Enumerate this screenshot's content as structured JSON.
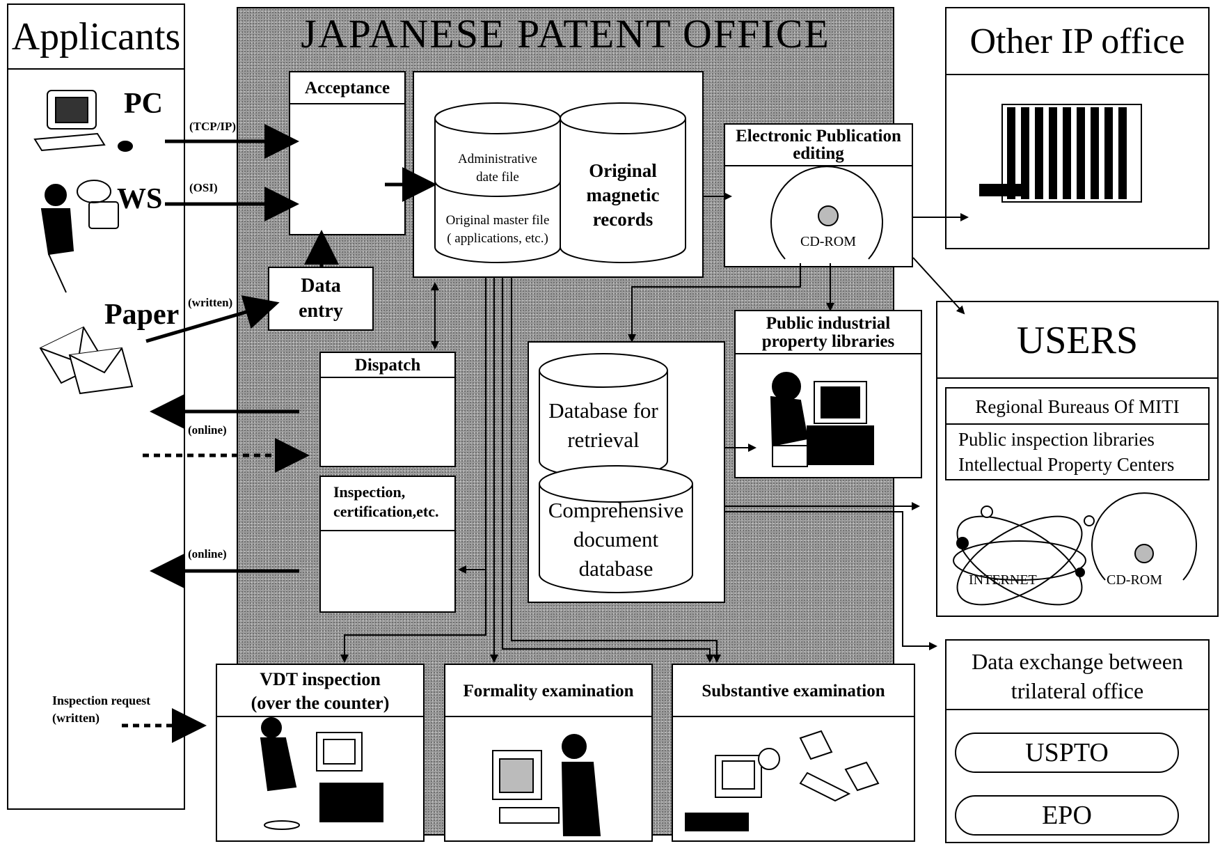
{
  "applicants": {
    "title": "Applicants",
    "pc": "PC",
    "ws": "WS",
    "paper": "Paper",
    "tcpip": "(TCP/IP)",
    "osi": "(OSI)",
    "written": "(written)",
    "online1": "(online)",
    "online2": "(online)",
    "inspection_request_line1": "Inspection request",
    "inspection_request_line2": "(written)"
  },
  "jpo": {
    "title": "JAPANESE PATENT OFFICE",
    "acceptance": "Acceptance",
    "data_entry_line1": "Data",
    "data_entry_line2": "entry",
    "admin_file_line1": "Administrative",
    "admin_file_line2": "date file",
    "master_file_line1": "Original master file",
    "master_file_line2": "( applications, etc.)",
    "original_magnetic_line1": "Original",
    "original_magnetic_line2": "magnetic",
    "original_magnetic_line3": "records",
    "e_pub_line1": "Electronic Publication",
    "e_pub_line2": "editing",
    "cdrom": "CD-ROM",
    "dispatch": "Dispatch",
    "inspection_line1": "Inspection,",
    "inspection_line2": "certification,etc.",
    "db_retrieval_line1": "Database for",
    "db_retrieval_line2": "retrieval",
    "db_comp_line1": "Comprehensive",
    "db_comp_line2": "document",
    "db_comp_line3": "database",
    "public_lib_line1": "Public industrial",
    "public_lib_line2": "property libraries",
    "vdt_line1": "VDT inspection",
    "vdt_line2": "(over the counter)",
    "formality": "Formality examination",
    "substantive": "Substantive examination"
  },
  "other_ip": {
    "title": "Other IP office"
  },
  "users": {
    "title": "USERS",
    "regional": "Regional Bureaus Of MITI",
    "public_libs": "Public inspection libraries",
    "ip_centers": "Intellectual Property Centers",
    "internet": "INTERNET",
    "cdrom": "CD-ROM"
  },
  "trilateral": {
    "title_line1": "Data exchange between",
    "title_line2": "trilateral office",
    "uspto": "USPTO",
    "epo": "EPO"
  }
}
